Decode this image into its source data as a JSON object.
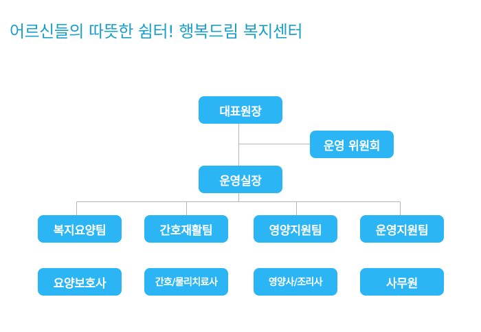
{
  "title": "어르신들의 따뜻한 쉼터! 행복드림 복지센터",
  "colors": {
    "title": "#1a9fc9",
    "box": "#2bb5f5",
    "box_text": "#ffffff",
    "line": "#b5b5b5"
  },
  "org": {
    "ceo": "대표원장",
    "committee": "운영 위원회",
    "office_head": "운영실장",
    "teams": [
      "복지요양팀",
      "간호재활팀",
      "영양지원팀",
      "운영지원팀"
    ],
    "staff": [
      "요양보호사",
      "간호/물리치료사",
      "영양사/조리사",
      "사무원"
    ]
  }
}
